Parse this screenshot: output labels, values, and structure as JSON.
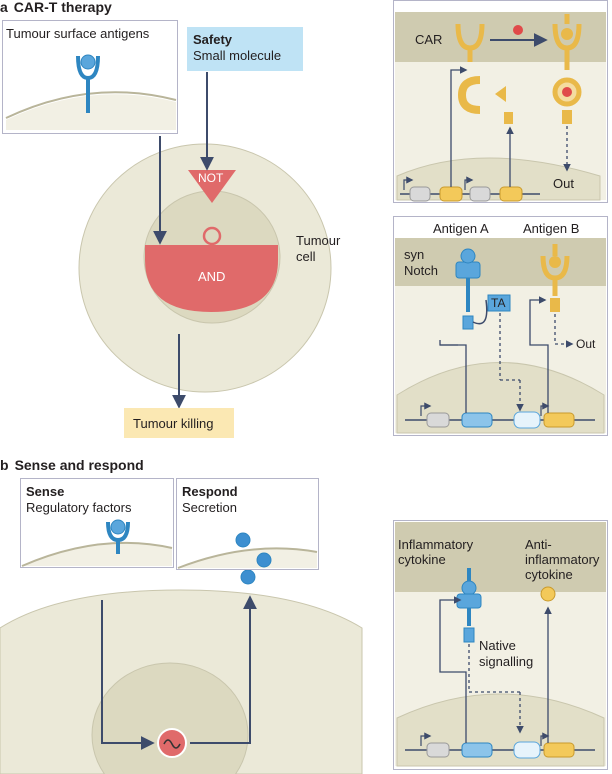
{
  "section_a": {
    "letter": "a",
    "title": "CAR-T therapy",
    "antigens_box": "Tumour surface antigens",
    "safety_title": "Safety",
    "safety_sub": "Small molecule",
    "not_label": "NOT",
    "and_label": "AND",
    "cell_label_1": "Tumour",
    "cell_label_2": "cell",
    "output": "Tumour killing",
    "inset1": {
      "car": "CAR",
      "out": "Out"
    },
    "inset2": {
      "antigen_a": "Antigen A",
      "antigen_b": "Antigen B",
      "syn": "syn",
      "notch": "Notch",
      "ta": "TA",
      "out": "Out"
    }
  },
  "section_b": {
    "letter": "b",
    "title": "Sense and respond",
    "sense_title": "Sense",
    "sense_sub": "Regulatory factors",
    "respond_title": "Respond",
    "respond_sub": "Secretion",
    "inset3": {
      "inflam_1": "Inflammatory",
      "inflam_2": "cytokine",
      "anti_1": "Anti-",
      "anti_2": "inflammatory",
      "anti_3": "cytokine",
      "native_1": "Native",
      "native_2": "signalling"
    }
  },
  "colors": {
    "cell": "#ebe9d8",
    "nucleus": "#dcd9c0",
    "arrow": "#3d4b6b",
    "receptor_blue": "#2e86c1",
    "car_yellow": "#e9b949",
    "logic_red": "#e06a6a",
    "safety_bg": "#bfe3f5",
    "output_bg": "#fbe8b3",
    "membrane_bg": "#cfcbb0"
  }
}
